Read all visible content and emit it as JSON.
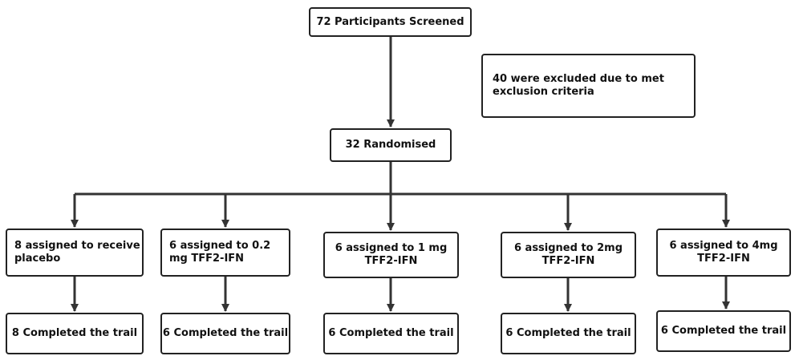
{
  "flowchart": {
    "screened": "72 Participants Screened",
    "excluded": "40 were excluded due to met exclusion criteria",
    "randomised": "32 Randomised",
    "arms": [
      {
        "assigned": "8 assigned to receive placebo",
        "completed": "8 Completed the trail"
      },
      {
        "assigned": "6 assigned to 0.2 mg TFF2-IFN",
        "completed": "6 Completed the trail"
      },
      {
        "assigned": "6 assigned to 1 mg TFF2-IFN",
        "completed": "6 Completed the trail"
      },
      {
        "assigned": "6 assigned to 2mg TFF2-IFN",
        "completed": "6 Completed the trail"
      },
      {
        "assigned": "6 assigned to 4mg TFF2-IFN",
        "completed": "6 Completed the trail"
      }
    ]
  },
  "colors": {
    "line": "#333333",
    "border": "#222222",
    "text": "#111111"
  }
}
